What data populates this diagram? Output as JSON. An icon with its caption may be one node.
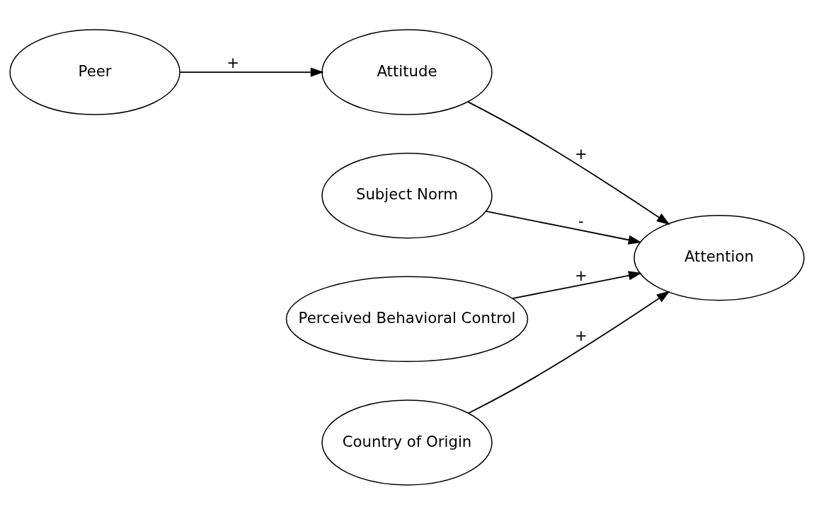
{
  "diagram": {
    "nodes": [
      {
        "text": [
          "Peer"
        ]
      },
      {
        "text": [
          "Attitude"
        ]
      },
      {
        "text": [
          "Attention"
        ]
      },
      {
        "text": [
          "Subject Norm"
        ]
      },
      {
        "text": [
          "Perceived Behavioral Control"
        ]
      },
      {
        "text": [
          "Country of Origin"
        ]
      }
    ],
    "edges": [
      {
        "from": 0,
        "to": 1,
        "arrow": "to",
        "label": "+"
      },
      {
        "from": 1,
        "to": 2,
        "arrow": "to",
        "label": "+"
      },
      {
        "from": 3,
        "to": 2,
        "arrow": "to",
        "label": "-"
      },
      {
        "from": 4,
        "to": 2,
        "arrow": "to",
        "label": "+"
      },
      {
        "from": 5,
        "to": 2,
        "arrow": "to",
        "label": "+"
      }
    ]
  }
}
